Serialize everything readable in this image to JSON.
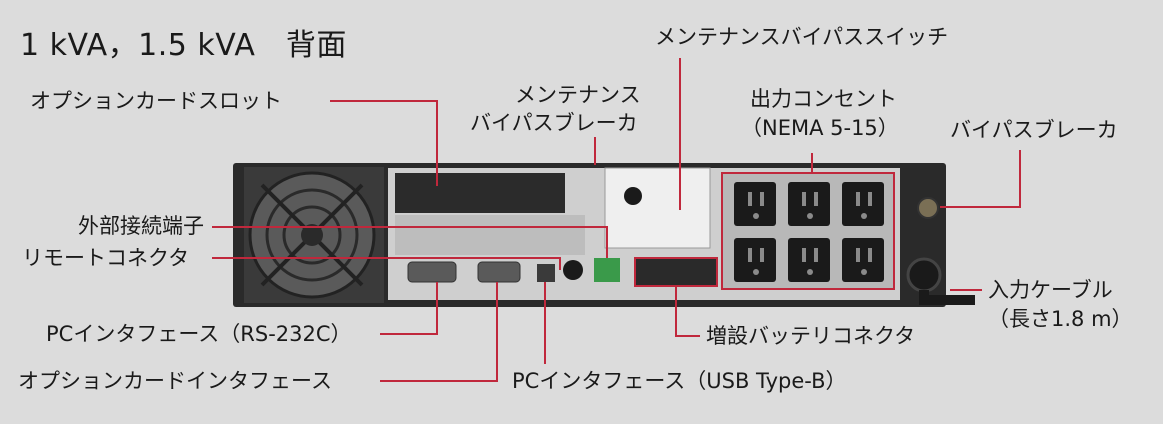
{
  "title": "1 kVA，1.5 kVA　背面",
  "labels": {
    "option_slot": "オプションカードスロット",
    "maint_breaker_line1": "メンテナンス",
    "maint_breaker_line2": "バイパスブレーカ",
    "maint_switch": "メンテナンスバイパススイッチ",
    "outlet_line1": "出力コンセント",
    "outlet_line2": "（NEMA 5-15）",
    "bypass_breaker": "バイパスブレーカ",
    "external_terminal": "外部接続端子",
    "remote_connector": "リモートコネクタ",
    "input_cable_line1": "入力ケーブル",
    "input_cable_line2": "（長さ1.8 m）",
    "pc_rs232": "PCインタフェース（RS-232C）",
    "battery_connector": "増設バッテリコネクタ",
    "option_if": "オプションカードインタフェース",
    "pc_usb": "PCインタフェース（USB Type-B）"
  },
  "colors": {
    "leader": "#c0283c",
    "background": "#dcdcdc",
    "panel": "#cfcfcf",
    "chassis": "#2a2a2a"
  }
}
